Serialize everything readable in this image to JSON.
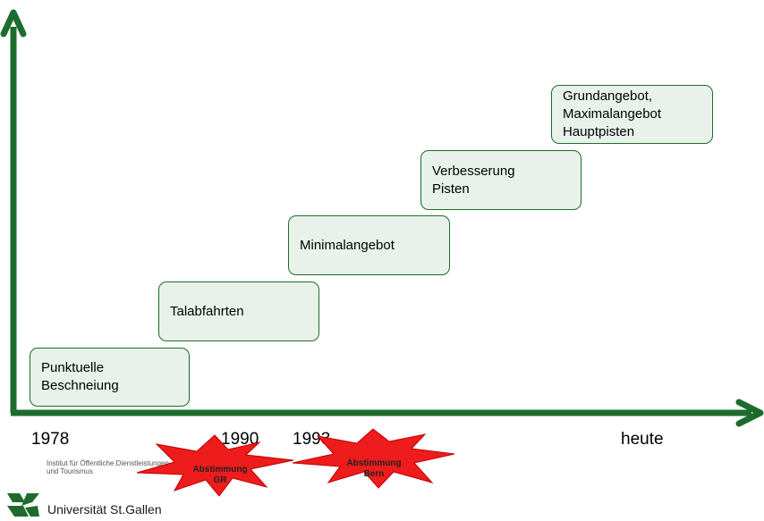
{
  "steps": [
    {
      "text": "Punktuelle\nBeschneiung"
    },
    {
      "text": "Talabfahrten"
    },
    {
      "text": "Minimalangebot"
    },
    {
      "text": "Verbesserung\nPisten"
    },
    {
      "text": "Grundangebot,\nMaximalangebot\nHauptpisten"
    }
  ],
  "timeline": {
    "labels": [
      "1978",
      "1990",
      "1993",
      "heute"
    ]
  },
  "votes": [
    {
      "text": "Abstimmung\nGR"
    },
    {
      "text": "Abstimmung\nBern"
    }
  ],
  "footer": {
    "institute": "Institut für Öffentliche Dienstleistungen\nund Tourismus",
    "university": "Universität St.Gallen"
  },
  "colors": {
    "axis": "#1e6b2e",
    "box_fill": "#e8f2ea",
    "box_border": "#1e6b2e",
    "star_fill": "#ee1c1c"
  }
}
